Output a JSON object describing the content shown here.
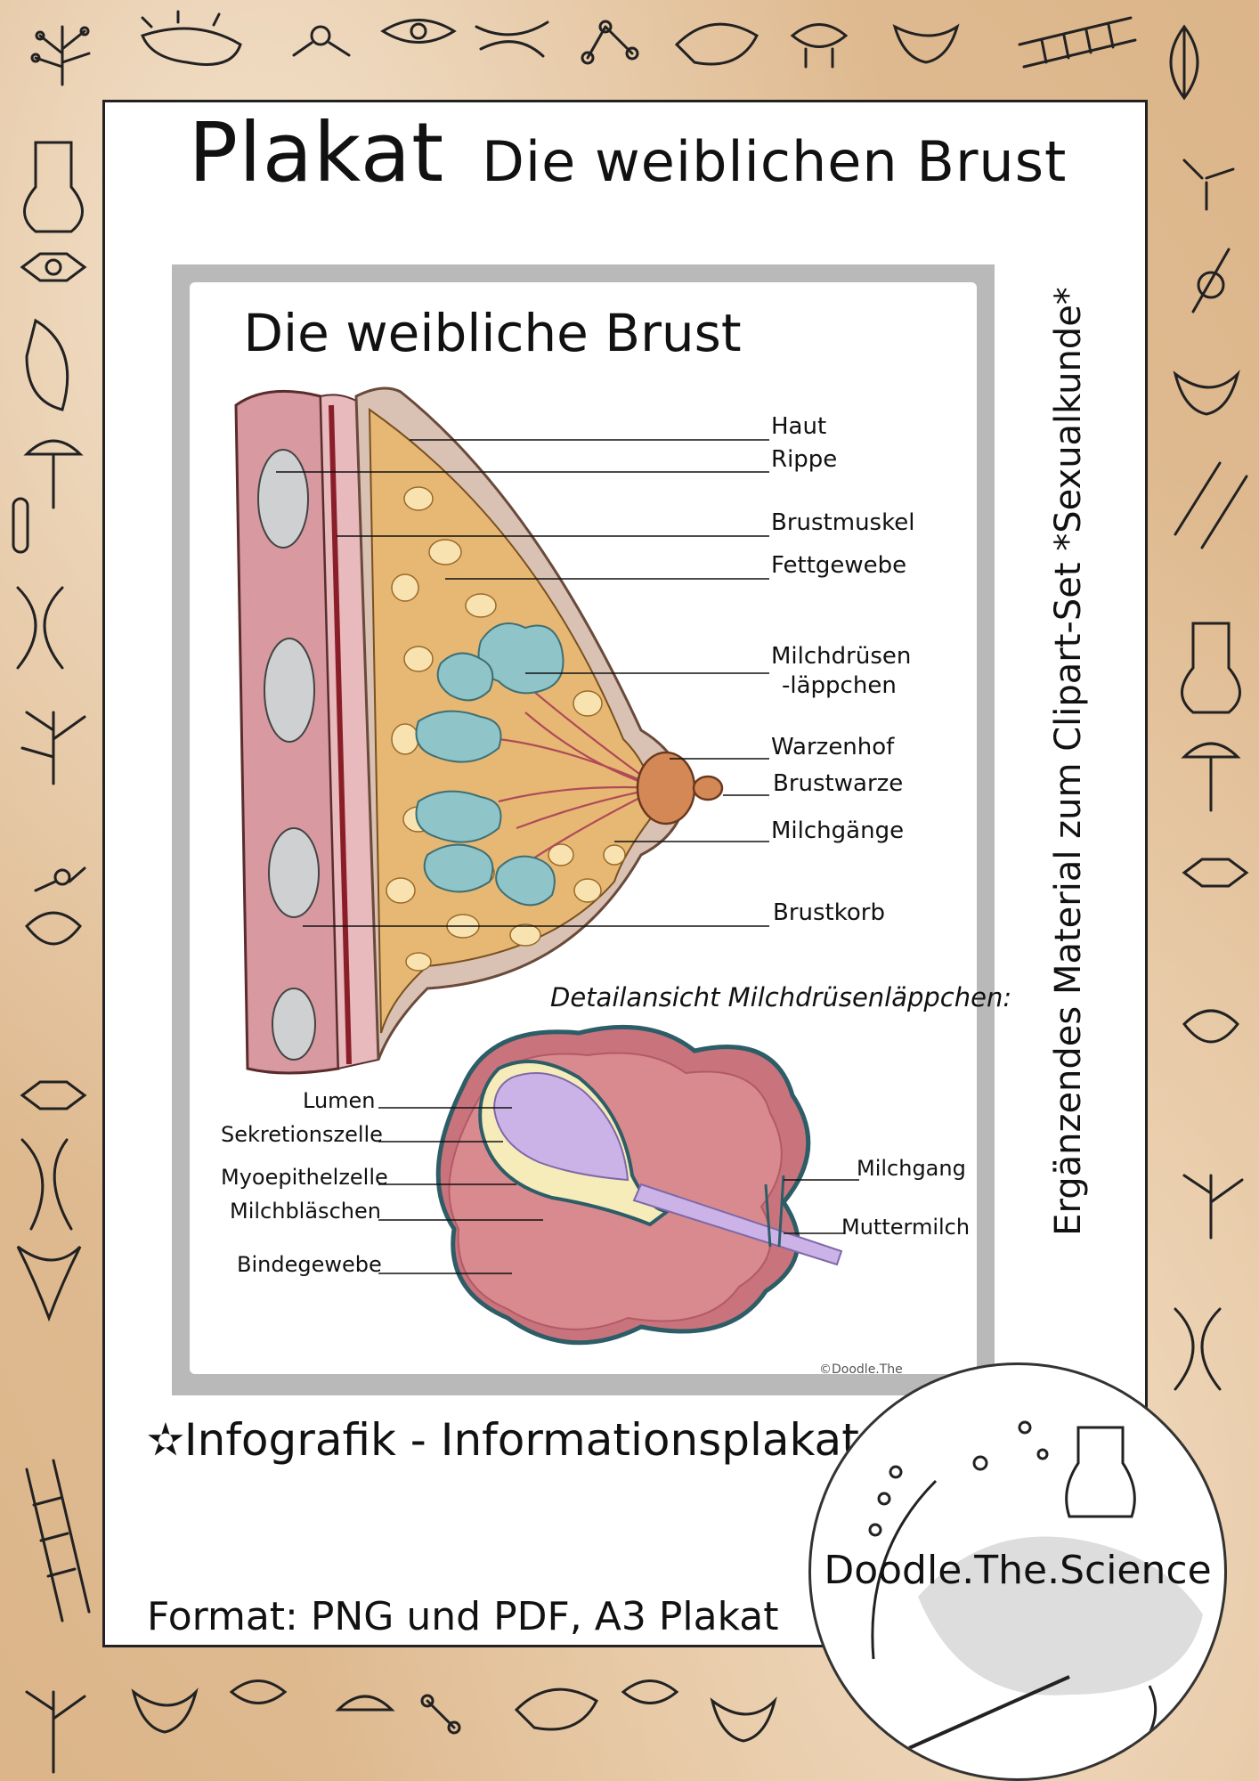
{
  "header": {
    "title_big": "Plakat",
    "title_sub": "Die weiblichen Brust"
  },
  "poster": {
    "title": "Die weibliche Brust",
    "labels": [
      "Haut",
      "Rippe",
      "Brustmuskel",
      "Fettgewebe",
      "Milchdrüsen",
      "-läppchen",
      "Warzenhof",
      "Brustwarze",
      "Milchgänge",
      "Brustkorb"
    ],
    "detail_title": "Detailansicht Milchdrüsenläppchen:",
    "detail_left": [
      "Lumen",
      "Sekretionszelle",
      "Myoepithelzelle",
      "Milchbläschen",
      "Bindegewebe"
    ],
    "detail_right": [
      "Milchgang",
      "Muttermilch"
    ],
    "copyright": "©Doodle.The"
  },
  "side_text": "Ergänzendes Material zum Clipart-Set *Sexualkunde*",
  "footer": {
    "infografik": "✫Infografik - Informationsplakat✫",
    "format": "Format: PNG und PDF, A3 Plakat"
  },
  "logo": {
    "text": "Doodle.The.Science"
  },
  "colors": {
    "skin": "#d9c2b3",
    "fat": "#e7b873",
    "lobule": "#8fc4c9",
    "nipple": "#d48856",
    "muscle": "#c8737f",
    "rib": "#cfd0d2",
    "accent_dark": "#222222"
  }
}
